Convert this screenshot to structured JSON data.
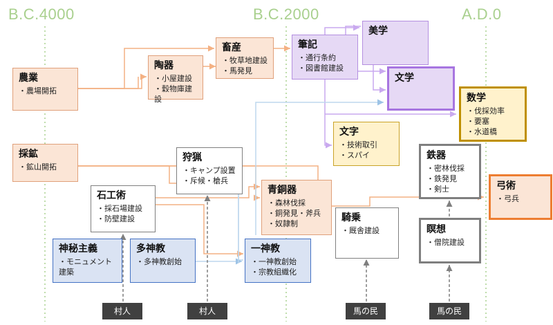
{
  "eras": [
    "B.C.4000",
    "B.C.2000",
    "A.D.0"
  ],
  "nodes": {
    "nougyou": {
      "title": "農業",
      "details": "・農場開拓"
    },
    "saikou": {
      "title": "採鉱",
      "details": "・鉱山開拓"
    },
    "touki": {
      "title": "陶器",
      "details": "・小屋建設\n・穀物庫建設"
    },
    "chikusan": {
      "title": "畜産",
      "details": "・牧草地建設\n・馬発見"
    },
    "hikki": {
      "title": "筆記",
      "details": "・通行条約\n・図書館建設"
    },
    "bigaku": {
      "title": "美学",
      "details": ""
    },
    "bungaku": {
      "title": "文学",
      "details": ""
    },
    "suugaku": {
      "title": "数学",
      "details": "・伐採効率\n・要塞\n・水道橋"
    },
    "moji": {
      "title": "文字",
      "details": "・技術取引\n・スパイ"
    },
    "shuryou": {
      "title": "狩猟",
      "details": "・キャンプ設置\n・斥候・槍兵"
    },
    "sekkou": {
      "title": "石工術",
      "details": "・採石場建設\n・防壁建設"
    },
    "seidouki": {
      "title": "青銅器",
      "details": "・森林伐採\n・銅発見・斧兵\n・奴隷制"
    },
    "kijou": {
      "title": "騎乗",
      "details": "・厩舎建設"
    },
    "tekki": {
      "title": "鉄器",
      "details": "・密林伐採\n・鉄発見\n・剣士"
    },
    "meisou": {
      "title": "瞑想",
      "details": "・僧院建設"
    },
    "kyuujutsu": {
      "title": "弓術",
      "details": "・弓兵"
    },
    "shinpi": {
      "title": "神秘主義",
      "details": "・モニュメント\n  建築"
    },
    "tashin": {
      "title": "多神教",
      "details": "・多神教創始"
    },
    "isshin": {
      "title": "一神教",
      "details": "・一神教創始\n・宗教組織化"
    }
  },
  "tags": {
    "murabito1": "村人",
    "murabito2": "村人",
    "uma1": "馬の民",
    "uma2": "馬の民"
  },
  "colors": {
    "era": "#a9d08e",
    "orange": "#ed7d31",
    "purple": "#a775e0",
    "blue": "#4472c4",
    "yellow": "#bf9000",
    "grey": "#7f7f7f"
  }
}
